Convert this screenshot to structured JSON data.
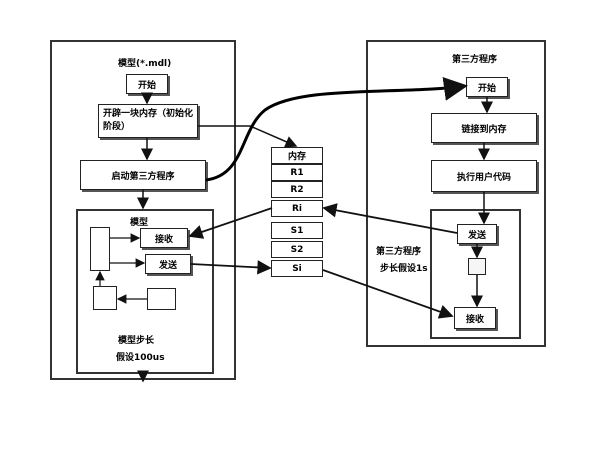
{
  "model": {
    "title": "模型(*.mdl)",
    "start": "开始",
    "alloc": "开辟一块内存（初始化阶段）",
    "launch": "启动第三方程序",
    "inner_title": "模型",
    "receive": "接收",
    "send": "发送",
    "step_line1": "模型步长",
    "step_line2": "假设100us"
  },
  "memory": {
    "header": "内存",
    "cells": [
      "R1",
      "R2",
      "Ri",
      "S1",
      "S2",
      "Si"
    ]
  },
  "third": {
    "title": "第三方程序",
    "start": "开始",
    "link": "链接到内存",
    "exec": "执行用户代码",
    "send": "发送",
    "receive": "接收",
    "step_line1": "第三方程序",
    "step_line2": "步长假设1s"
  }
}
